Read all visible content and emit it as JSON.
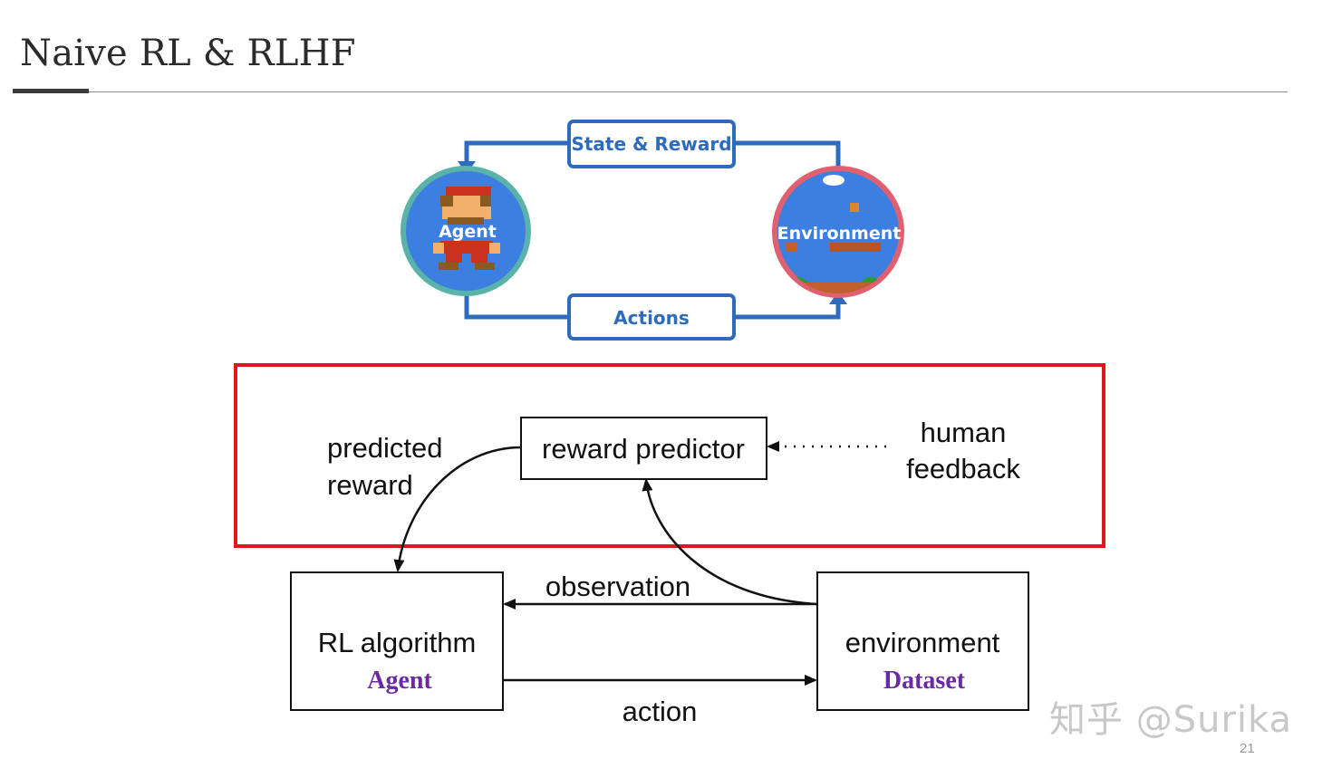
{
  "slide": {
    "title": "Naive RL & RLHF",
    "page_number": "21",
    "watermark": "知乎 @Surika"
  },
  "rl_loop": {
    "state_reward": "State & Reward",
    "actions": "Actions",
    "agent": "Agent",
    "environment": "Environment",
    "colors": {
      "arrow": "#2f6bbd",
      "agent_ring": "#5ab3a8",
      "env_ring": "#e06070",
      "circle_fill": "#3d7fe0"
    }
  },
  "rlhf": {
    "reward_predictor": "reward predictor",
    "human_feedback_1": "human",
    "human_feedback_2": "feedback",
    "predicted_reward_1": "predicted",
    "predicted_reward_2": "reward",
    "observation": "observation",
    "action": "action",
    "rl_algorithm": "RL algorithm",
    "agent_role": "Agent",
    "environment": "environment",
    "environment_role": "Dataset",
    "colors": {
      "highlight_box": "#dd1a1a",
      "role_text": "#6a2aa0"
    }
  }
}
